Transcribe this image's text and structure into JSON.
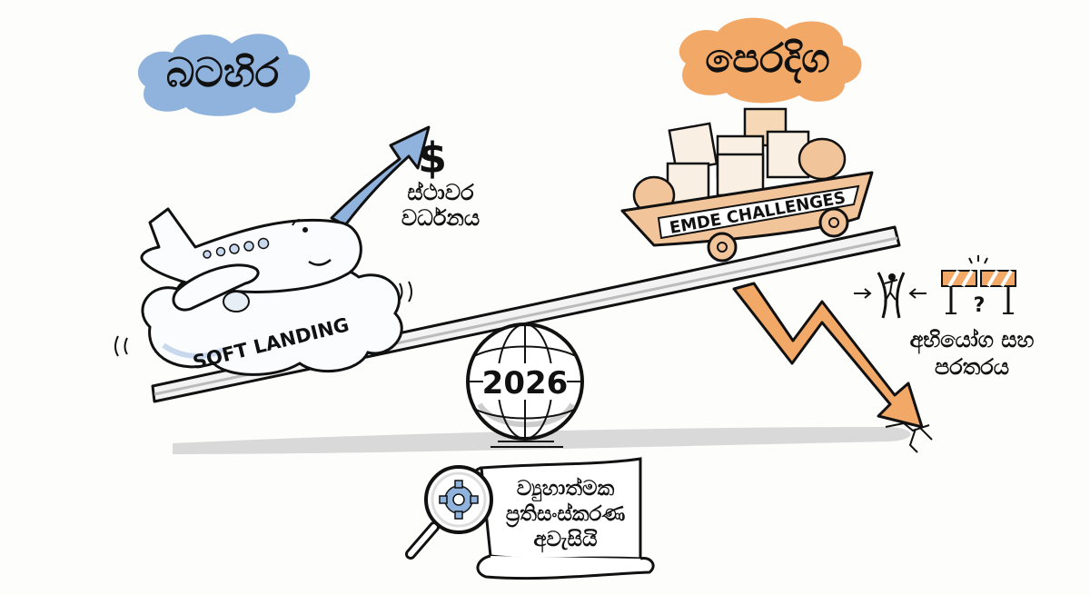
{
  "header": {
    "left_label": "බටහිර",
    "right_label": "පෙරදිග"
  },
  "left_side": {
    "growth_symbol": "$",
    "growth_label_line1": "ස්ථාවර",
    "growth_label_line2": "වර්ධනය",
    "cloud_text": "SOFT LANDING"
  },
  "right_side": {
    "cart_text": "EMDE CHALLENGES",
    "risk_label_line1": "අභියෝග සහ",
    "risk_label_line2": "පරතරය",
    "question_mark": "?"
  },
  "center": {
    "globe_year": "2026",
    "scroll_line1": "ව්‍යුහාත්මක",
    "scroll_line2": "ප්‍රතිසංස්කරණ",
    "scroll_line3": "අවැසියි"
  },
  "colors": {
    "blue_accent": "#8fb3dc",
    "orange_accent": "#f2a867",
    "ink": "#111111",
    "shadow": "#d6d6d6",
    "background": "#fdfdfc"
  },
  "icons": {
    "growth_arrow": "arrow-up-right-icon",
    "decline_arrow": "zigzag-arrow-down-icon",
    "squeeze": "squeezed-person-icon",
    "barrier": "broken-barrier-icon",
    "magnifier": "magnifier-gear-icon",
    "globe": "globe-icon",
    "plane": "airplane-icon"
  }
}
